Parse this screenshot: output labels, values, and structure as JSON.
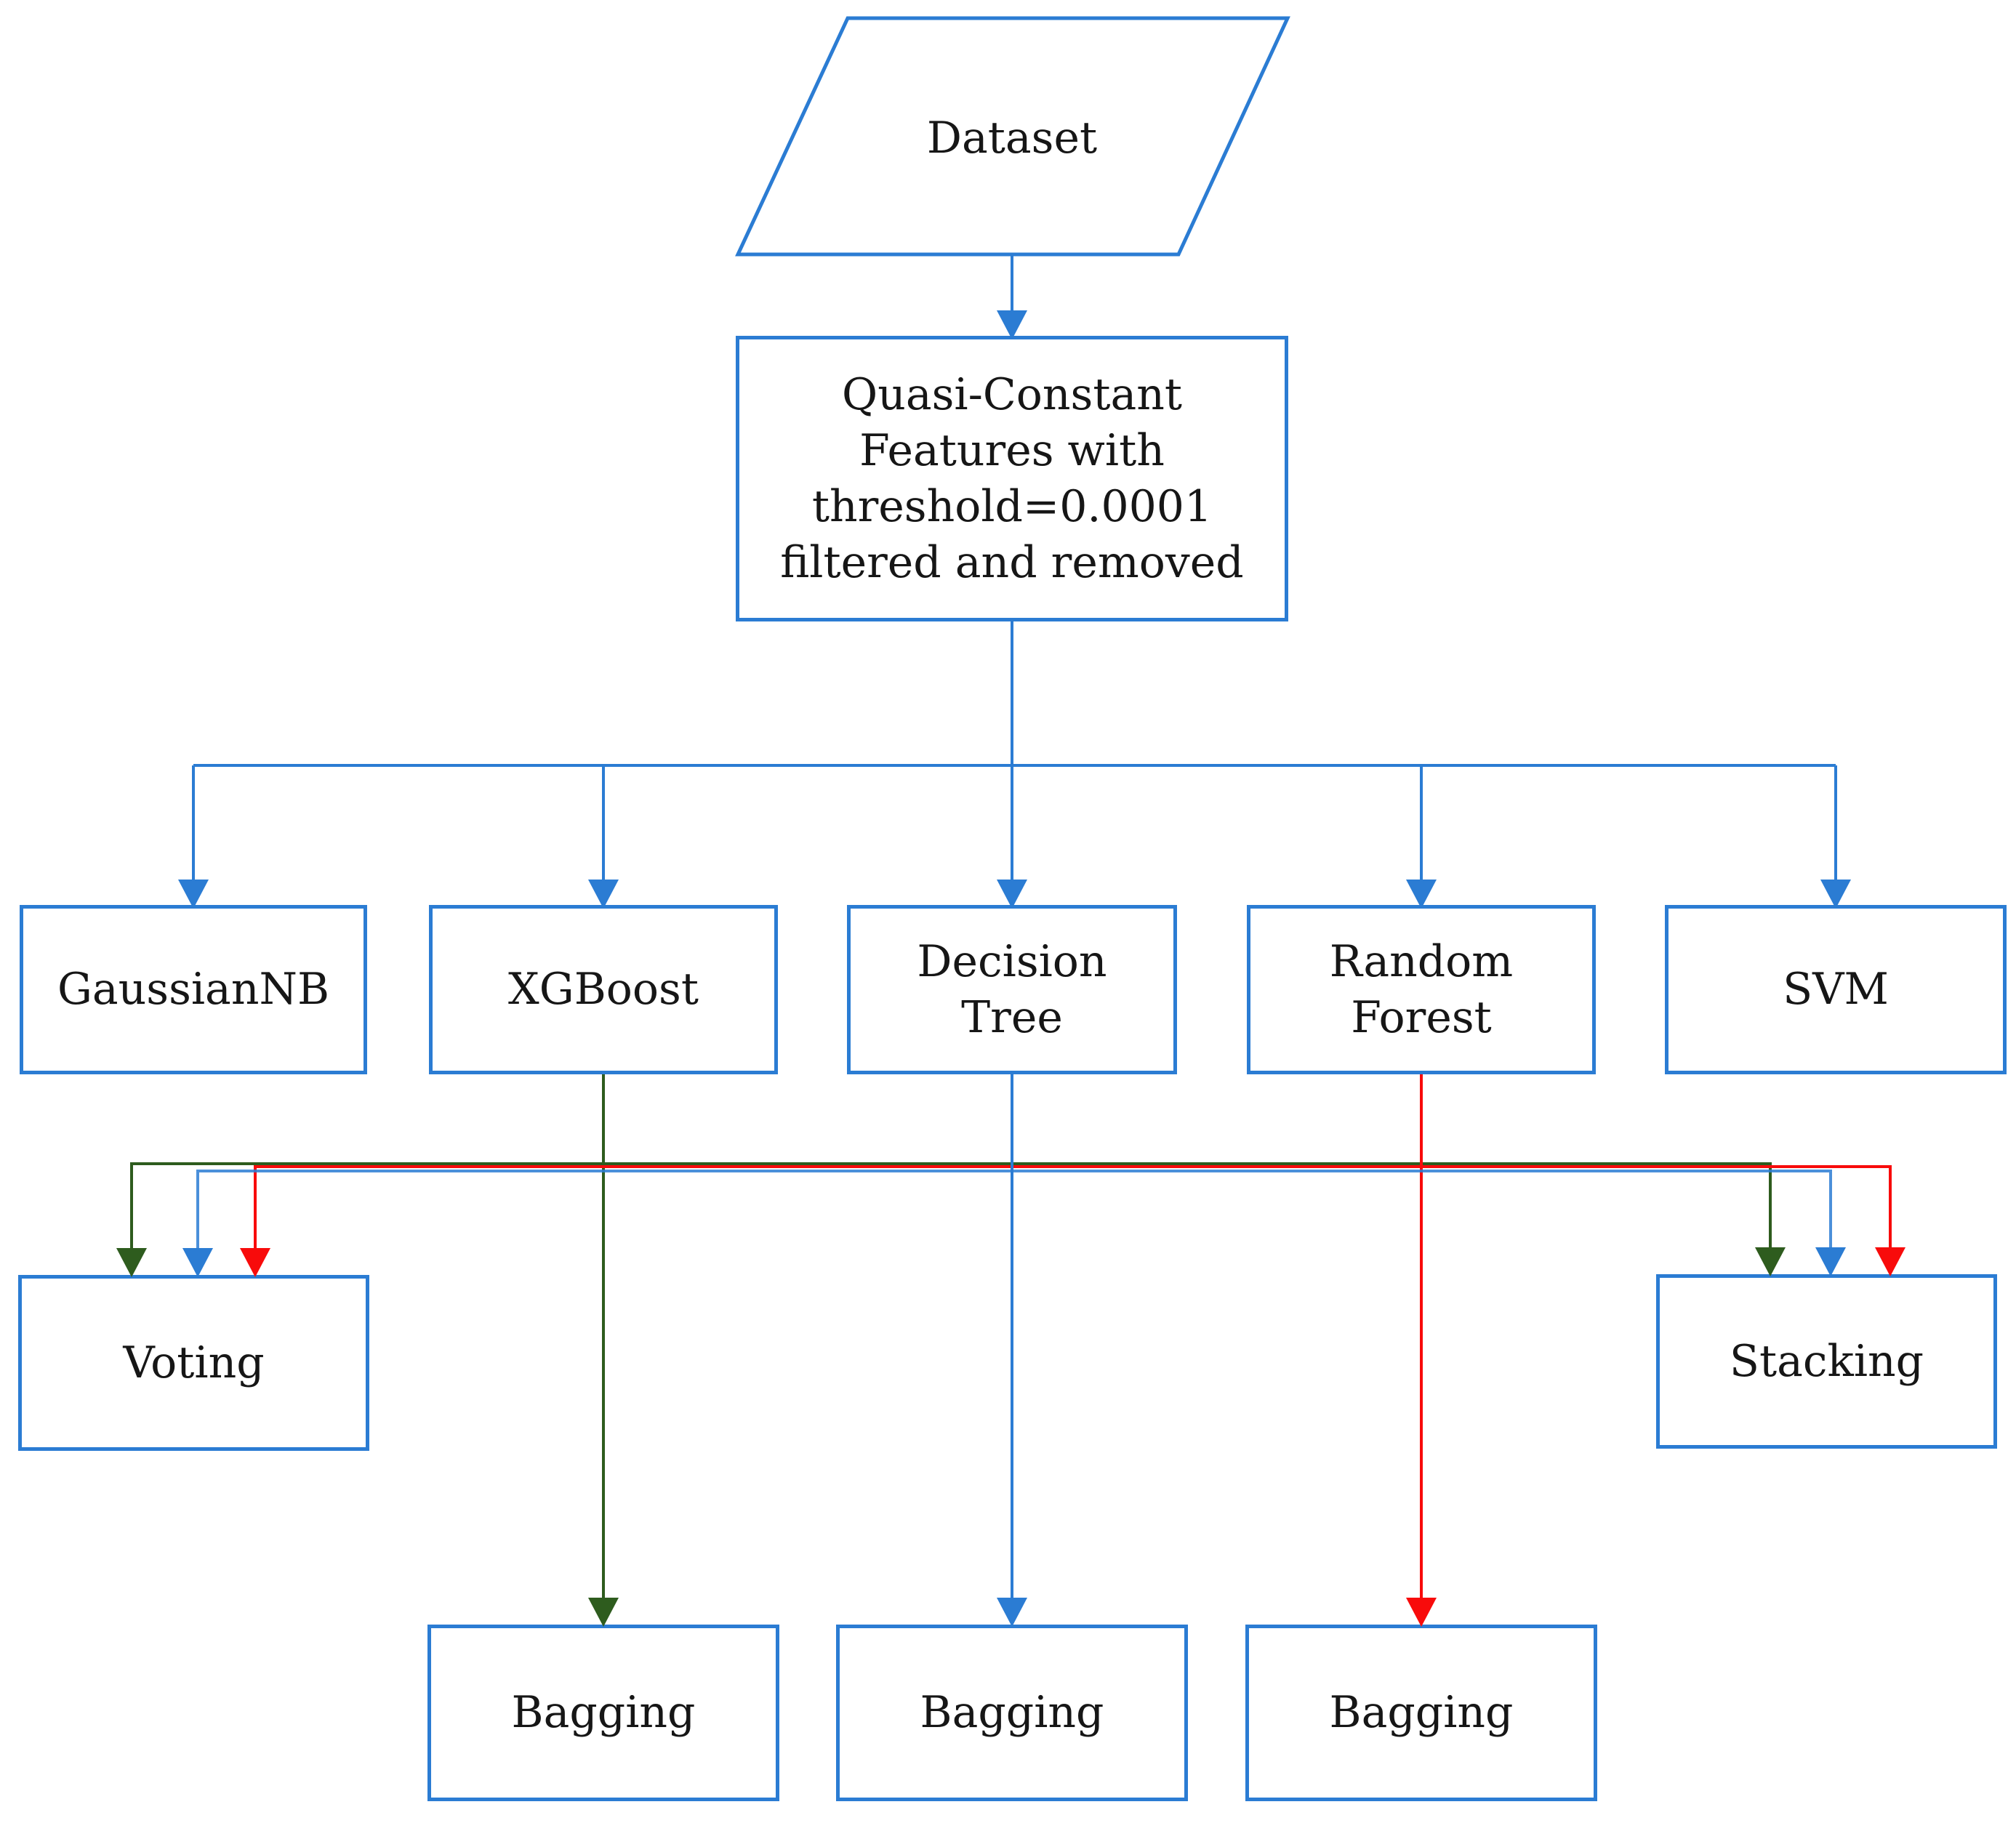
{
  "diagram": {
    "description": "Machine learning pipeline flowchart",
    "colors": {
      "blue": "#2B7CD3",
      "green": "#2E5C1E",
      "red": "#F80B0B",
      "text": "#161616",
      "bg": "#FFFFFF"
    },
    "nodes": {
      "dataset": {
        "label": "Dataset",
        "shape": "parallelogram"
      },
      "quasi_constant_filter": {
        "label": "Quasi-Constant Features with threshold=0.0001 filtered and removed",
        "lines": [
          "Quasi-Constant",
          "Features with",
          "threshold=0.0001",
          "filtered and removed"
        ],
        "shape": "rectangle"
      },
      "gaussiannb": {
        "label": "GaussianNB",
        "shape": "rectangle"
      },
      "xgboost": {
        "label": "XGBoost",
        "shape": "rectangle"
      },
      "decision_tree": {
        "label": "Decision Tree",
        "lines": [
          "Decision",
          "Tree"
        ],
        "shape": "rectangle"
      },
      "random_forest": {
        "label": "Random Forest",
        "lines": [
          "Random",
          "Forest"
        ],
        "shape": "rectangle"
      },
      "svm": {
        "label": "SVM",
        "shape": "rectangle"
      },
      "voting": {
        "label": "Voting",
        "shape": "rectangle"
      },
      "stacking": {
        "label": "Stacking",
        "shape": "rectangle"
      },
      "bagging_xgboost": {
        "label": "Bagging",
        "shape": "rectangle"
      },
      "bagging_decision_tree": {
        "label": "Bagging",
        "shape": "rectangle"
      },
      "bagging_random_forest": {
        "label": "Bagging",
        "shape": "rectangle"
      }
    },
    "edges": [
      {
        "from": "dataset",
        "to": "quasi_constant_filter",
        "color": "blue"
      },
      {
        "from": "quasi_constant_filter",
        "to": "gaussiannb",
        "color": "blue"
      },
      {
        "from": "quasi_constant_filter",
        "to": "xgboost",
        "color": "blue"
      },
      {
        "from": "quasi_constant_filter",
        "to": "decision_tree",
        "color": "blue"
      },
      {
        "from": "quasi_constant_filter",
        "to": "random_forest",
        "color": "blue"
      },
      {
        "from": "quasi_constant_filter",
        "to": "svm",
        "color": "blue"
      },
      {
        "from": "xgboost",
        "to": "voting",
        "color": "green"
      },
      {
        "from": "xgboost",
        "to": "stacking",
        "color": "green"
      },
      {
        "from": "xgboost",
        "to": "bagging_xgboost",
        "color": "green"
      },
      {
        "from": "decision_tree",
        "to": "voting",
        "color": "blue"
      },
      {
        "from": "decision_tree",
        "to": "stacking",
        "color": "blue"
      },
      {
        "from": "decision_tree",
        "to": "bagging_decision_tree",
        "color": "blue"
      },
      {
        "from": "random_forest",
        "to": "voting",
        "color": "red"
      },
      {
        "from": "random_forest",
        "to": "stacking",
        "color": "red"
      },
      {
        "from": "random_forest",
        "to": "bagging_random_forest",
        "color": "red"
      }
    ]
  }
}
